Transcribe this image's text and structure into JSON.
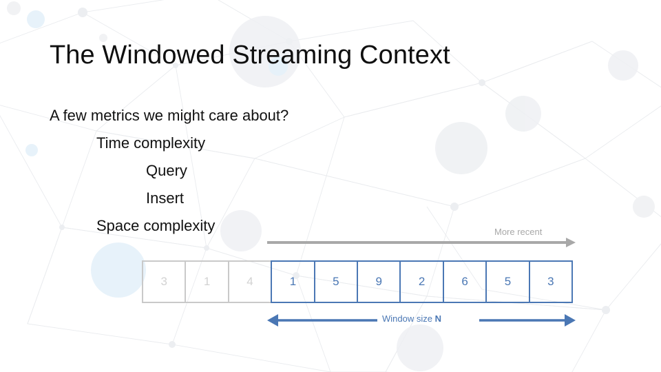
{
  "slide": {
    "title": "The Windowed Streaming Context",
    "body_lines": [
      {
        "text": "A few metrics we might care about?",
        "indent": 0
      },
      {
        "text": "Time complexity",
        "indent": 1
      },
      {
        "text": "Query",
        "indent": 2
      },
      {
        "text": "Insert",
        "indent": 2
      },
      {
        "text": "Space complexity",
        "indent": 3
      }
    ]
  },
  "diagram": {
    "axis_label": "More recent",
    "window_label_text": "Window size ",
    "window_label_bold": "N",
    "cells": [
      {
        "value": "3",
        "state": "expired"
      },
      {
        "value": "1",
        "state": "expired"
      },
      {
        "value": "4",
        "state": "expired"
      },
      {
        "value": "1",
        "state": "active"
      },
      {
        "value": "5",
        "state": "active"
      },
      {
        "value": "9",
        "state": "active"
      },
      {
        "value": "2",
        "state": "active"
      },
      {
        "value": "6",
        "state": "active"
      },
      {
        "value": "5",
        "state": "active"
      },
      {
        "value": "3",
        "state": "active"
      }
    ],
    "colors": {
      "active_blue": "#4a77b4",
      "expired_border": "#c9c9c9",
      "expired_text": "#d2d2d2",
      "axis_grey": "#a8a8a8",
      "title_black": "#0f0f0f",
      "background": "#ffffff"
    }
  }
}
